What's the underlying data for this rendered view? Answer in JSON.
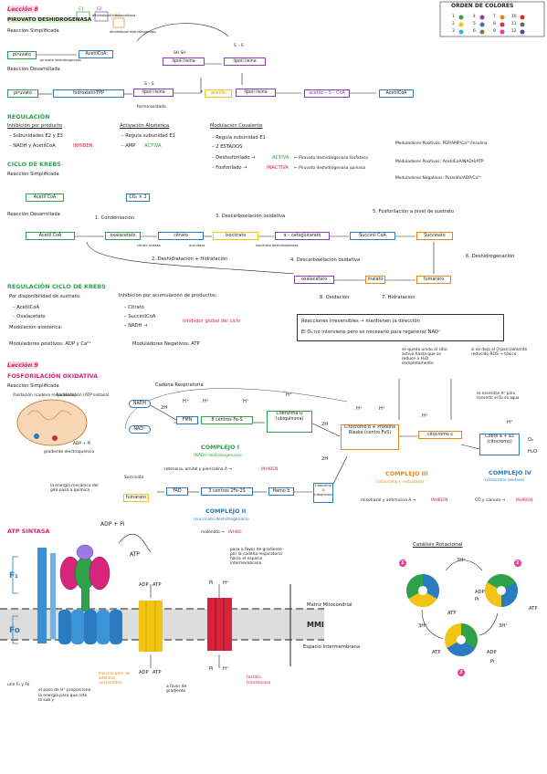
{
  "colors": {
    "accent": "#d8247a",
    "green": "#2fa14a",
    "purple": "#8b3fb5",
    "blue": "#2b7bc0",
    "orange": "#e08a1e",
    "yellow": "#f2c413",
    "red": "#d8243a"
  },
  "legend": {
    "title": "ORDEN DE COLORES",
    "numbers": [
      "1",
      "2",
      "3",
      "4",
      "5",
      "6",
      "7",
      "8",
      "9",
      "10",
      "11",
      "12"
    ]
  },
  "sec1": {
    "title": "Lección 8",
    "pdh_title": "PIRUVATO DESHIDROGENASA",
    "simp": "Reacción Simplificada",
    "des": "Reacción Desarrollada",
    "e1": "E1",
    "e2": "E2",
    "e3": "E3",
    "e2_sub": "dihidrolipoil transacetilasa",
    "e3_sub": "dihidrolipoil deshidrogenasa",
    "e1_sub": "piruvato deshidrogenasa",
    "piruvato": "piruvato",
    "acetilcoa": "AcetilCoA",
    "lip1": "lipoil lisina",
    "lip2": "lipoil lisina",
    "lip3": "lipoil lisina",
    "htpp": "hidroxietil-TPP",
    "ss": "S – S",
    "sh": "SH SH",
    "forma": "forma oxidada",
    "acetilo": "acetilo",
    "acetilo_coa": "acetilo – S – CoA",
    "reg_title": "REGULACIÓN",
    "inh_t": "Inhibición por producto",
    "inh_1": "– Subunidades E2 y E3",
    "inh_2": "– NADH y AcetilCoA",
    "inhiben": "INHIBEN",
    "act_t": "Activación Alostérica",
    "act_1": "– Regula subunidad E1",
    "act_2": "– AMP",
    "activa": "ACTIVA",
    "mod_t": "Modulación Covalente",
    "mod_1": "– Regula subunidad E1",
    "mod_2": "– 2 ESTADOS",
    "mod_3": "– Desfosforilado →",
    "mod_3b": "ACTIVA",
    "mod_3c": "← Piruvato deshidrogenasa fosfatasa",
    "mod_4": "– Fosforilado →",
    "mod_4b": "INACTIVA",
    "mod_4c": "← Piruvato deshidrogenasa quinasa",
    "modp1": "Moduladores Positivos: PEP/AMP/Ca²⁺/Insulina",
    "modp2": "Moduladores Positivos: AcetilCoA/NADH/ATP",
    "modn": "Moduladores Negativos: Piruvato/ADP/Ca²⁺"
  },
  "krebs": {
    "title": "CICLO DE KREBS",
    "simp": "Reacción Simplificada",
    "des": "Reacción Desarrollada",
    "acetilcoa": "Acetil CoA",
    "co2": "CO₂ × 2",
    "s1": "1. Condensación",
    "s2": "2. Deshidratación + Hidratación",
    "s3": "3. Descarboxilación oxidativa",
    "s4": "4. Descarboxilación oxidativa",
    "s5": "5. Fosforilación a nivel de sustrato",
    "s6": "6. Deshidrogenación",
    "s7": "7. Hidratación",
    "s8": "8. Oxidación",
    "oxalacetato": "oxalacetato",
    "citrato": "citrato",
    "isocitrato": "isocitrato",
    "akg": "α – cetoglutarato",
    "succoa": "Succinil CoA",
    "succinato": "Succinato",
    "fumarato": "fumarato",
    "malato": "malato",
    "oxal2": "oxalacetato",
    "cs": "citrato sintasa",
    "aco": "aconitasa",
    "idh": "isocitrato deshidrogenasa"
  },
  "regkrebs": {
    "title": "REGULACIÓN CICLO DE KREBS",
    "disp": "Por disponibilidad de sustrato:",
    "d1": "– AcetilCoA",
    "d2": "– Oxalacetato",
    "mod": "Modulación alostérica:",
    "modp": "Moduladores positivos: ADP y Ca²⁺",
    "modn": "Moduladores Negativos: ATP",
    "inh": "Inhibición por acumulación de productos:",
    "i1": "– Citrato",
    "i2": "– SuccinilCoA",
    "i3": "– NADH →",
    "i3b": "inhibidor global del ciclo",
    "note1": "Reacciones irreversibles → mantienen la dirección",
    "note2": "El O₂ no interviene pero es necesario para regenerar NAD⁺"
  },
  "fox": {
    "title": "Lección 9",
    "subtitle": "FOSFORILACIÓN OXIDATIVA",
    "simp": "Reacción Simplificada",
    "oxid": "Oxidación (cadena respiratoria)",
    "fosf": "Fosforilación (ATP sintasa)",
    "adp": "ADP + Pi",
    "acop": "acoplamiento",
    "grad": "gradiente electroquímico",
    "cadena": "Cadena Respiratoria",
    "nadh": "NADH",
    "nad": "NAD⁺",
    "fmn": "FMN",
    "fes": "8 centros Fe-S",
    "coq": "Coenzima Q (ubiquinona)",
    "succ": "Succinato",
    "fum": "fumarato",
    "fad": "FAD",
    "fes2": "3 centros 2Fe-2S",
    "hemo": "Hemo b",
    "cit": "Citocromo b + Proteína Rieske (centro FeS)",
    "citc": "citocromo c",
    "cuprot": "Cobre a + a3 (citocromo)",
    "h2o": "H₂O",
    "c1": "COMPLEJO I",
    "c1s": "(NADH deshidrogenasa)",
    "c1i": "rotenona, amital y piericidina A →",
    "c2": "COMPLEJO II",
    "c2s": "(succinato deshidrogenasa)",
    "c2i": "malonato →",
    "c3": "COMPLEJO III",
    "c3s": "(citocromo c reductasa)",
    "c3i": "mixotiazol y antimicina A →",
    "c4": "COMPLEJO IV",
    "c4s": "(citocromo oxidasa)",
    "c4i": "CO y cianuro →",
    "inhiben": "INHIBEN",
    "inhibe": "INHIBE",
    "h": "H⁺",
    "h2": "2H",
    "o2": "O₂",
    "q1": "se queda unido al sitio activo hasta que se reduce a H₂O completamente",
    "q2": "si se deja el O parcialmente reducido ROS → tóxico",
    "q3": "se necesitan H⁺ para convertir el O₂ en agua",
    "energia": "la energía mecánica del giro pasa a química"
  },
  "atp": {
    "title": "ATP SINTASA",
    "f1": "F₁",
    "fo": "Fo",
    "adppi": "ADP + Pi",
    "atp": "ATP",
    "adp": "ADP",
    "pi": "Pi",
    "matriz": "Matriz Mitocondrial",
    "mmi": "MMI",
    "espacio": "Espacio Intermembrana",
    "une": "une F₁ y Fo",
    "paso": "el paso de H⁺ proporciona la energía para que rote la sub γ",
    "trans": "translocador de adenina nucleotídeo",
    "grad": "a favor de gradiente",
    "fosf": "fosfato translocasa",
    "h_pass": "pasa a favor de gradiente por la cadena respiratoria hacia el espacio intermembrana",
    "cat": "Catálisis Rotacional",
    "h3": "3H⁺",
    "atp_s": "ATP",
    "adp_s": "ADP",
    "pi_s": "Pi",
    "n1": "1",
    "n2": "2",
    "n3": "3"
  }
}
